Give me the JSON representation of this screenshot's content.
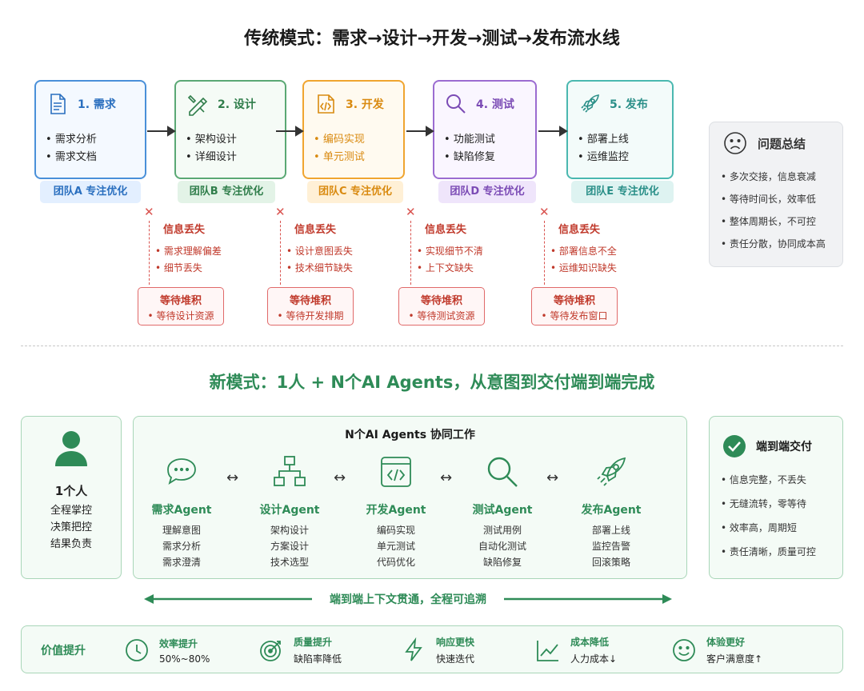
{
  "title_top": "传统模式：需求→设计→开发→测试→发布流水线",
  "stages": [
    {
      "label": "1. 需求",
      "items": [
        "需求分析",
        "需求文档"
      ],
      "team": "团队A  专注优化",
      "icon": "document-icon"
    },
    {
      "label": "2. 设计",
      "items": [
        "架构设计",
        "详细设计"
      ],
      "team": "团队B  专注优化",
      "icon": "design-tools-icon"
    },
    {
      "label": "3. 开发",
      "items": [
        "编码实现",
        "单元测试"
      ],
      "team": "团队C  专注优化",
      "icon": "code-file-icon"
    },
    {
      "label": "4. 测试",
      "items": [
        "功能测试",
        "缺陷修复"
      ],
      "team": "团队D  专注优化",
      "icon": "magnifier-icon"
    },
    {
      "label": "5. 发布",
      "items": [
        "部署上线",
        "运维监控"
      ],
      "team": "团队E  专注优化",
      "icon": "rocket-icon"
    }
  ],
  "losses": [
    {
      "title": "信息丢失",
      "items": [
        "需求理解偏差",
        "细节丢失"
      ],
      "wait_title": "等待堆积",
      "wait_item": "等待设计资源"
    },
    {
      "title": "信息丢失",
      "items": [
        "设计意图丢失",
        "技术细节缺失"
      ],
      "wait_title": "等待堆积",
      "wait_item": "等待开发排期"
    },
    {
      "title": "信息丢失",
      "items": [
        "实现细节不清",
        "上下文缺失"
      ],
      "wait_title": "等待堆积",
      "wait_item": "等待测试资源"
    },
    {
      "title": "信息丢失",
      "items": [
        "部署信息不全",
        "运维知识缺失"
      ],
      "wait_title": "等待堆积",
      "wait_item": "等待发布窗口"
    }
  ],
  "problem": {
    "title": "问题总结",
    "items": [
      "多次交接，信息衰减",
      "等待时间长，效率低",
      "整体周期长，不可控",
      "责任分散，协同成本高"
    ]
  },
  "title_bottom": "新模式：1人 + N个AI Agents，从意图到交付端到端完成",
  "person": {
    "title": "1个人",
    "lines": [
      "全程掌控",
      "决策把控",
      "结果负责"
    ]
  },
  "agents_title": "N个AI Agents 协同工作",
  "agents": [
    {
      "name": "需求Agent",
      "lines": [
        "理解意图",
        "需求分析",
        "需求澄清"
      ]
    },
    {
      "name": "设计Agent",
      "lines": [
        "架构设计",
        "方案设计",
        "技术选型"
      ]
    },
    {
      "name": "开发Agent",
      "lines": [
        "编码实现",
        "单元测试",
        "代码优化"
      ]
    },
    {
      "name": "测试Agent",
      "lines": [
        "测试用例",
        "自动化测试",
        "缺陷修复"
      ]
    },
    {
      "name": "发布Agent",
      "lines": [
        "部署上线",
        "监控告警",
        "回滚策略"
      ]
    }
  ],
  "delivery": {
    "title": "端到端交付",
    "items": [
      "信息完整，不丢失",
      "无缝流转，零等待",
      "效率高，周期短",
      "责任清晰，质量可控"
    ]
  },
  "e2e_label": "端到端上下文贯通，全程可追溯",
  "value": {
    "title": "价值提升",
    "items": [
      {
        "name": "效率提升",
        "desc": "50%~80%"
      },
      {
        "name": "质量提升",
        "desc": "缺陷率降低"
      },
      {
        "name": "响应更快",
        "desc": "快速迭代"
      },
      {
        "name": "成本降低",
        "desc": "人力成本↓"
      },
      {
        "name": "体验更好",
        "desc": "客户满意度↑"
      }
    ]
  },
  "colors": {
    "accent_green": "#2e8b57",
    "loss_red": "#c0392b"
  }
}
